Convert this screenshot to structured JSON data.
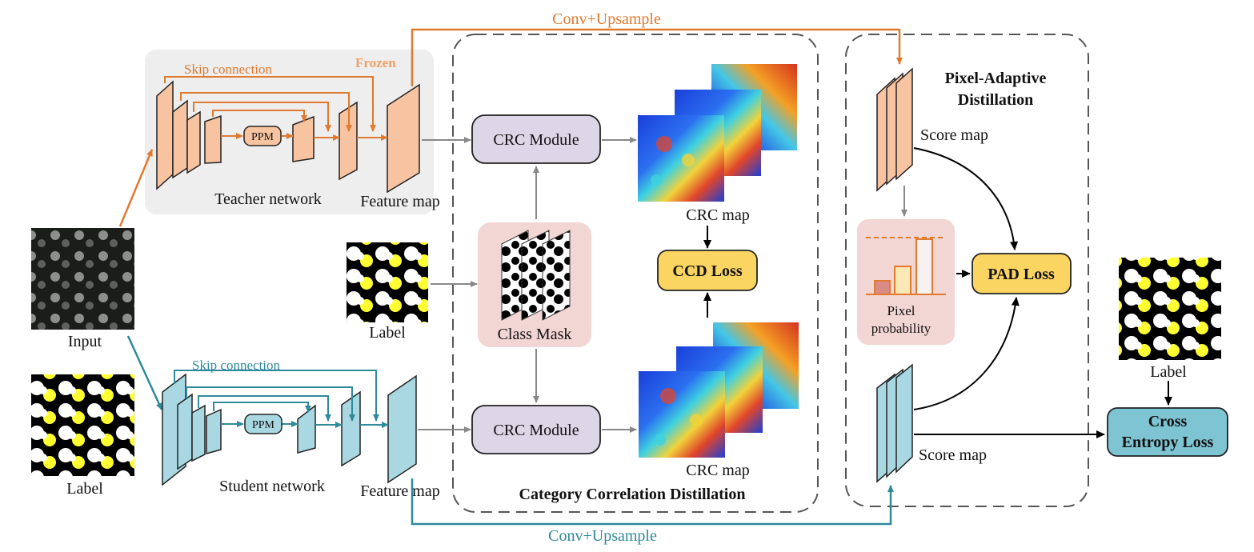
{
  "top_arrow": {
    "label": "Conv+Upsample",
    "color": "#e07a2f"
  },
  "bottom_arrow": {
    "label": "Conv+Upsample",
    "color": "#2f8a99"
  },
  "teacher": {
    "skip_label": "Skip connection",
    "frozen_label": "Frozen",
    "ppm_label": "PPM",
    "network_label": "Teacher network",
    "feature_label": "Feature map",
    "color": "#f7c3a1"
  },
  "student": {
    "skip_label": "Skip connection",
    "ppm_label": "PPM",
    "network_label": "Student network",
    "feature_label": "Feature map",
    "color": "#a9d8e3"
  },
  "input": {
    "label": "Input"
  },
  "label_left": {
    "label": "Label"
  },
  "label_mid": {
    "label": "Label"
  },
  "label_right": {
    "label": "Label"
  },
  "ccd": {
    "title": "Category Correlation Distillation",
    "crc_module_top": "CRC Module",
    "crc_module_bottom": "CRC Module",
    "class_mask": "Class Mask",
    "crc_map_top": "CRC map",
    "crc_map_bottom": "CRC map",
    "loss": "CCD Loss"
  },
  "pad": {
    "title_line1": "Pixel-Adaptive",
    "title_line2": "Distillation",
    "score_map_top": "Score map",
    "score_map_bottom": "Score map",
    "pixel_prob_line1": "Pixel",
    "pixel_prob_line2": "probability",
    "loss": "PAD Loss"
  },
  "ce_loss": {
    "line1": "Cross",
    "line2": "Entropy Loss"
  }
}
